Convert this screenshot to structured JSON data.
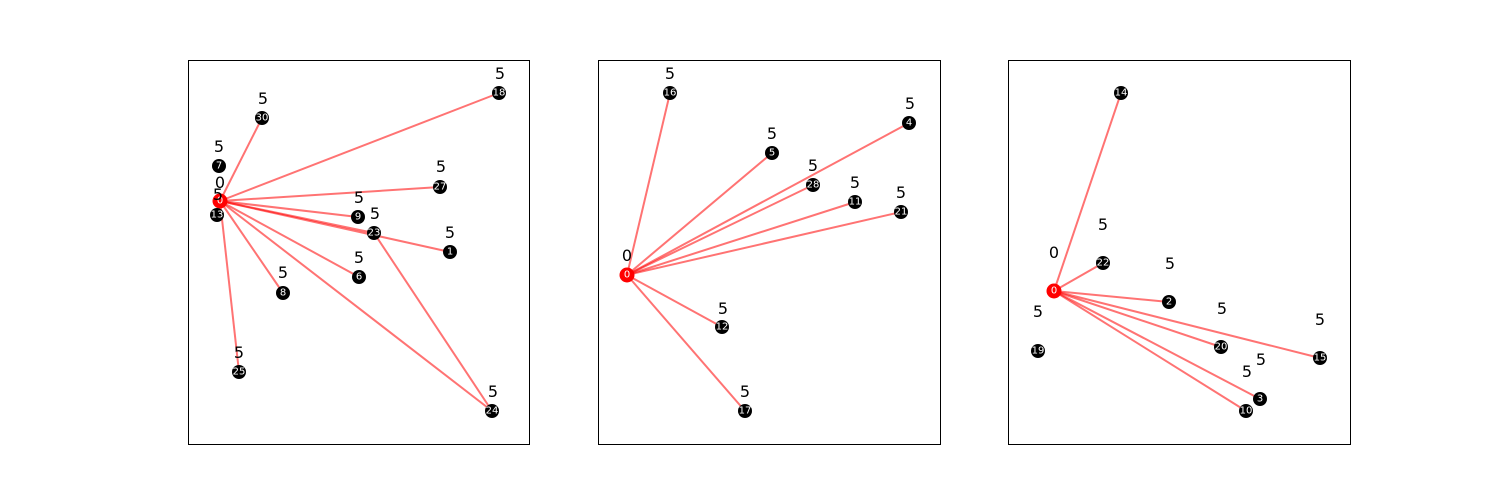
{
  "colors": {
    "root_node": "#ff0000",
    "leaf_node": "#000000",
    "edge": "#ff0000",
    "node_label": "#ffffff",
    "weight_label": "#000000"
  },
  "panels": [
    {
      "nodes": [
        {
          "id": "0",
          "weight": "0",
          "root": true
        },
        {
          "id": "30",
          "weight": "5"
        },
        {
          "id": "7",
          "weight": "5"
        },
        {
          "id": "13",
          "weight": "5"
        },
        {
          "id": "18",
          "weight": "5"
        },
        {
          "id": "27",
          "weight": "5"
        },
        {
          "id": "9",
          "weight": "5"
        },
        {
          "id": "23",
          "weight": "5"
        },
        {
          "id": "1",
          "weight": "5"
        },
        {
          "id": "6",
          "weight": "5"
        },
        {
          "id": "8",
          "weight": "5"
        },
        {
          "id": "25",
          "weight": "5"
        },
        {
          "id": "24",
          "weight": "5"
        }
      ],
      "edges": [
        [
          "0",
          "30"
        ],
        [
          "0",
          "18"
        ],
        [
          "0",
          "27"
        ],
        [
          "0",
          "9"
        ],
        [
          "0",
          "23"
        ],
        [
          "0",
          "1"
        ],
        [
          "0",
          "6"
        ],
        [
          "0",
          "8"
        ],
        [
          "0",
          "25"
        ],
        [
          "0",
          "24"
        ],
        [
          "23",
          "24"
        ]
      ]
    },
    {
      "nodes": [
        {
          "id": "0",
          "weight": "0",
          "root": true
        },
        {
          "id": "16",
          "weight": "5"
        },
        {
          "id": "5",
          "weight": "5"
        },
        {
          "id": "4",
          "weight": "5"
        },
        {
          "id": "28",
          "weight": "5"
        },
        {
          "id": "11",
          "weight": "5"
        },
        {
          "id": "21",
          "weight": "5"
        },
        {
          "id": "12",
          "weight": "5"
        },
        {
          "id": "17",
          "weight": "5"
        }
      ],
      "edges": [
        [
          "0",
          "16"
        ],
        [
          "0",
          "5"
        ],
        [
          "0",
          "4"
        ],
        [
          "0",
          "28"
        ],
        [
          "0",
          "11"
        ],
        [
          "0",
          "21"
        ],
        [
          "0",
          "12"
        ],
        [
          "0",
          "17"
        ]
      ]
    },
    {
      "nodes": [
        {
          "id": "0",
          "weight": "0",
          "root": true
        },
        {
          "id": "14",
          "weight": ""
        },
        {
          "id": "22",
          "weight": "5"
        },
        {
          "id": "2",
          "weight": "5"
        },
        {
          "id": "19",
          "weight": "5"
        },
        {
          "id": "20",
          "weight": "5"
        },
        {
          "id": "15",
          "weight": "5"
        },
        {
          "id": "3",
          "weight": "5"
        },
        {
          "id": "10",
          "weight": "5"
        }
      ],
      "edges": [
        [
          "0",
          "14"
        ],
        [
          "0",
          "22"
        ],
        [
          "0",
          "2"
        ],
        [
          "0",
          "20"
        ],
        [
          "0",
          "15"
        ],
        [
          "0",
          "3"
        ],
        [
          "0",
          "10"
        ]
      ]
    }
  ]
}
